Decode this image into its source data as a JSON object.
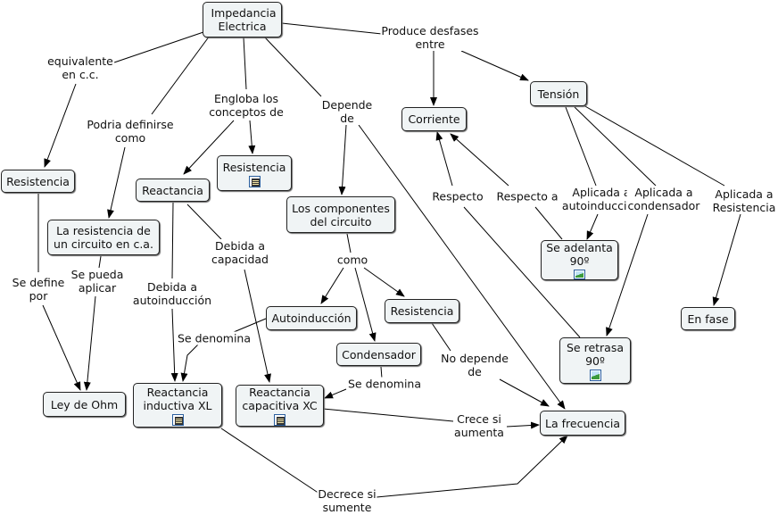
{
  "nodes": {
    "impedancia": "Impedancia Electrica",
    "resistencia_left": "Resistencia",
    "reactancia": "Reactancia",
    "resistencia_mid": "Resistencia",
    "la_resistencia_ca": "La resistencia de un circuito en c.a.",
    "componentes": "Los componentes del circuito",
    "corriente": "Corriente",
    "tension": "Tensión",
    "se_adelanta": "Se adelanta 90º",
    "se_retrasa": "Se retrasa 90º",
    "en_fase": "En fase",
    "autoinduccion": "Autoinducción",
    "resistencia_comp": "Resistencia",
    "condensador": "Condensador",
    "ley_ohm": "Ley de Ohm",
    "reactancia_xl": "Reactancia inductiva XL",
    "reactancia_xc": "Reactancia capacitiva XC",
    "frecuencia": "La frecuencia"
  },
  "labels": {
    "equivalente": "equivalente\nen c.c.",
    "podria": "Podria definirse\ncomo",
    "engloba": "Engloba los\nconceptos de",
    "depende": "Depende\nde",
    "produce": "Produce desfases\nentre",
    "respecto": "Respecto",
    "respecto_a": "Respecto a",
    "aplicada_auto": "Aplicada a\nautoinducción",
    "aplicada_cond": "Aplicada a\ncondensador",
    "aplicada_res": "Aplicada a\nResistencia",
    "se_define": "Se define\npor",
    "se_pueda": "Se pueda\naplicar",
    "debida_cap": "Debida a\ncapacidad",
    "debida_auto": "Debida a\nautoinducción",
    "como": "como",
    "se_denomina_1": "Se denomina",
    "se_denomina_2": "Se denomina",
    "no_depende": "No depende\nde",
    "crece": "Crece si\naumenta",
    "decrece": "Decrece si\nsumente"
  }
}
